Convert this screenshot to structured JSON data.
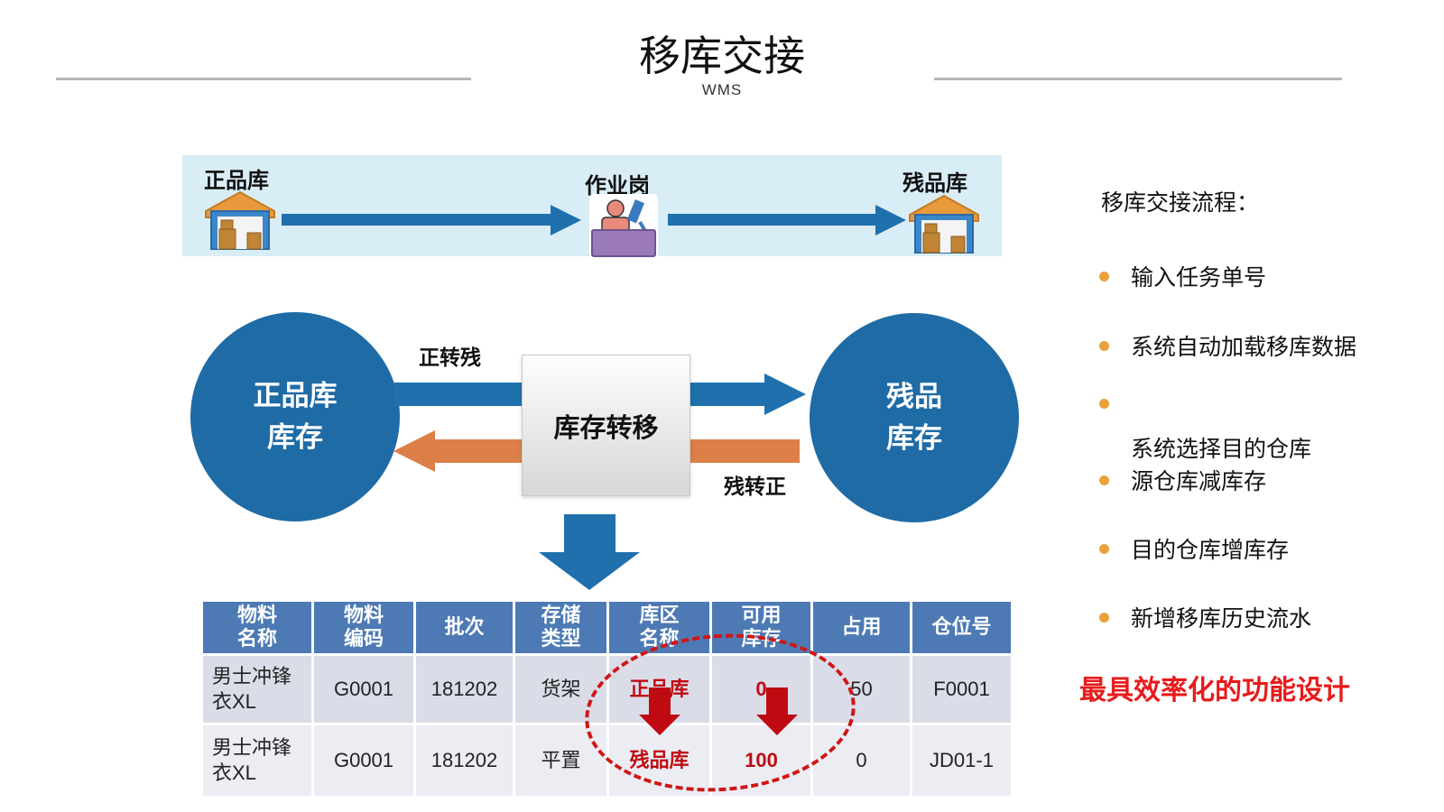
{
  "slide": {
    "title": "移库交接",
    "subtitle": "WMS"
  },
  "top_flow": {
    "left_station": {
      "label": "正品库",
      "icon": "warehouse-icon"
    },
    "middle_station": {
      "label": "作业岗",
      "icon": "workstation-icon"
    },
    "right_station": {
      "label": "残品库",
      "icon": "warehouse-icon"
    }
  },
  "transfer_diagram": {
    "left_circle_label": "正品库\n库存",
    "right_circle_label": "残品\n库存",
    "center_box_label": "库存转移",
    "forward_arrow_label": "正转残",
    "backward_arrow_label": "残转正"
  },
  "inventory_table": {
    "headers": [
      "物料\n名称",
      "物料\n编码",
      "批次",
      "存储\n类型",
      "库区\n名称",
      "可用\n库存",
      "占用",
      "仓位号"
    ],
    "rows": [
      {
        "cells": [
          "男士冲锋衣XL",
          "G0001",
          "181202",
          "货架",
          "正品库",
          "0",
          "50",
          "F0001"
        ]
      },
      {
        "cells": [
          "男士冲锋衣XL",
          "G0001",
          "181202",
          "平置",
          "残品库",
          "100",
          "0",
          "JD01-1"
        ]
      }
    ],
    "highlight_note": "库区名称与可用库存变化被红色虚线圈出"
  },
  "process_panel": {
    "heading": "移库交接流程：",
    "items": [
      {
        "label": "输入任务单号"
      },
      {
        "label": "系统自动加载移库数据"
      },
      {
        "label": ""
      },
      {
        "label": "系统选择目的仓库"
      },
      {
        "label": "源仓库减库存"
      },
      {
        "label": "目的仓库增库存"
      },
      {
        "label": "新增移库历史流水"
      }
    ],
    "emphasis": "最具效率化的功能设计"
  },
  "colors": {
    "band_blue": "#d9edf6",
    "arrow_blue": "#1f70ad",
    "circle_blue": "#1e6ba6",
    "arrow_orange": "#dc7f49",
    "table_header_blue": "#4d7ab4",
    "table_red": "#c00a12",
    "bullet_orange": "#e9a23b",
    "emphasis_red": "#e81b1c"
  }
}
